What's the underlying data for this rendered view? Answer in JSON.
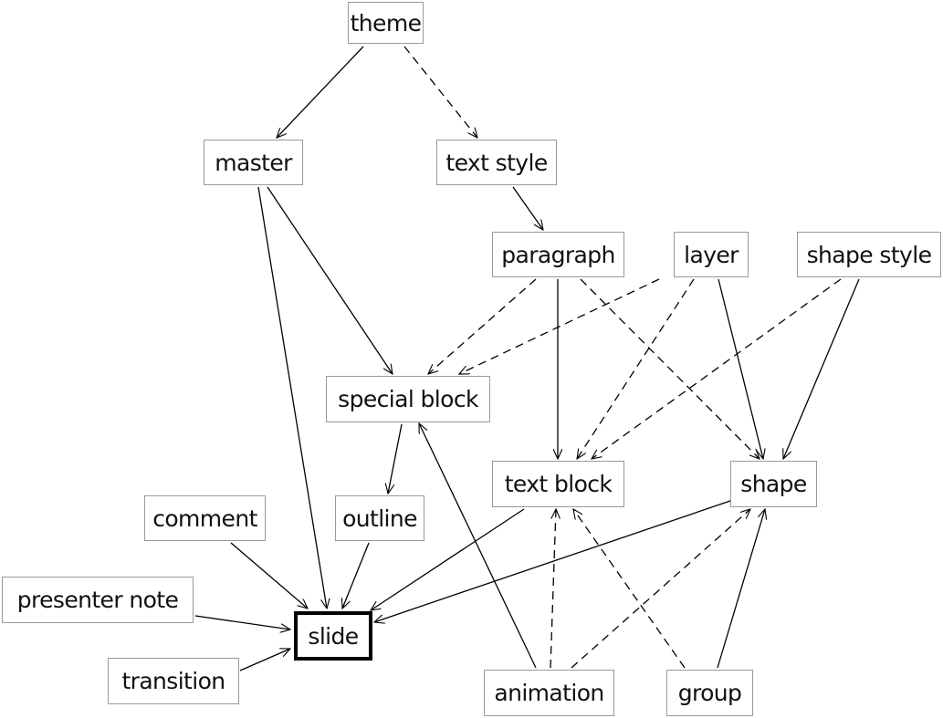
{
  "nodes": {
    "theme": "theme",
    "master": "master",
    "text_style": "text style",
    "paragraph": "paragraph",
    "layer": "layer",
    "shape_style": "shape style",
    "special_block": "special block",
    "text_block": "text block",
    "shape": "shape",
    "comment": "comment",
    "outline": "outline",
    "presenter_note": "presenter note",
    "slide": "slide",
    "transition": "transition",
    "animation": "animation",
    "group": "group"
  },
  "edges": [
    {
      "from": "theme",
      "to": "master",
      "style": "solid"
    },
    {
      "from": "theme",
      "to": "text_style",
      "style": "dashed"
    },
    {
      "from": "text_style",
      "to": "paragraph",
      "style": "solid"
    },
    {
      "from": "master",
      "to": "special_block",
      "style": "solid"
    },
    {
      "from": "master",
      "to": "slide",
      "style": "solid"
    },
    {
      "from": "paragraph",
      "to": "special_block",
      "style": "dashed"
    },
    {
      "from": "paragraph",
      "to": "text_block",
      "style": "solid"
    },
    {
      "from": "paragraph",
      "to": "shape",
      "style": "dashed"
    },
    {
      "from": "layer",
      "to": "special_block",
      "style": "dashed"
    },
    {
      "from": "layer",
      "to": "text_block",
      "style": "dashed"
    },
    {
      "from": "layer",
      "to": "shape",
      "style": "solid"
    },
    {
      "from": "shape_style",
      "to": "text_block",
      "style": "dashed"
    },
    {
      "from": "shape_style",
      "to": "shape",
      "style": "solid"
    },
    {
      "from": "special_block",
      "to": "outline",
      "style": "solid"
    },
    {
      "from": "comment",
      "to": "slide",
      "style": "solid"
    },
    {
      "from": "outline",
      "to": "slide",
      "style": "solid"
    },
    {
      "from": "text_block",
      "to": "slide",
      "style": "solid"
    },
    {
      "from": "shape",
      "to": "slide",
      "style": "solid"
    },
    {
      "from": "presenter_note",
      "to": "slide",
      "style": "solid"
    },
    {
      "from": "transition",
      "to": "slide",
      "style": "solid"
    },
    {
      "from": "animation",
      "to": "special_block",
      "style": "solid"
    },
    {
      "from": "animation",
      "to": "text_block",
      "style": "dashed"
    },
    {
      "from": "animation",
      "to": "shape",
      "style": "dashed"
    },
    {
      "from": "group",
      "to": "text_block",
      "style": "dashed"
    },
    {
      "from": "group",
      "to": "shape",
      "style": "solid"
    }
  ]
}
